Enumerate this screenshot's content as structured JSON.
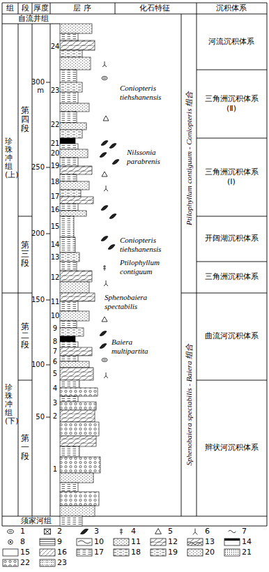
{
  "diagram": {
    "labels": [
      "组",
      "段",
      "厚度",
      "层 序",
      "化石特征",
      "沉积体系",
      "自流井组",
      "珍珠冲组(上)",
      "珍珠冲组(下)",
      "须家河组",
      "第四段",
      "第三段",
      "第二段",
      "第一段",
      "300",
      "m",
      "250",
      "200",
      "150",
      "100",
      "50",
      "24",
      "23",
      "22",
      "21",
      "20",
      "19",
      "18",
      "17",
      "16",
      "15",
      "14",
      "13",
      "12",
      "11",
      "10",
      "9",
      "8",
      "7",
      "6",
      "5",
      "4",
      "3",
      "2",
      "1",
      "Coniopteris tiehshanensis",
      "Nilssonia parabrenis",
      "Coniopteris tiehshanensis",
      "Ptilophyllum contiguum",
      "Sphenobaiera spectabilis",
      "Baiera multipartita",
      "Ptilophyllum contiguum - Coniopteris 组合",
      "Sphenobaiera spectabilis - Baiera 组合",
      "河流沉积体系",
      "三角洲沉积体系 (Ⅱ)",
      "三角洲沉积体系 (Ⅰ)",
      "开阔湖沉积体系",
      "三角洲沉积体系",
      "曲流河沉积体系",
      "辫状河沉积体系"
    ],
    "legend": [
      {
        "text": "1"
      },
      {
        "text": "2"
      },
      {
        "text": "3"
      },
      {
        "text": "4"
      },
      {
        "text": "5"
      },
      {
        "text": "6"
      },
      {
        "text": "7"
      },
      {
        "text": "8"
      },
      {
        "text": "9"
      },
      {
        "text": "10"
      },
      {
        "text": "11"
      },
      {
        "text": "12"
      },
      {
        "text": "13"
      },
      {
        "text": "14"
      },
      {
        "text": "15"
      },
      {
        "text": "16"
      },
      {
        "text": "17"
      },
      {
        "text": "18"
      },
      {
        "text": "19"
      },
      {
        "text": "20"
      },
      {
        "text": "21"
      },
      {
        "text": "22"
      },
      {
        "text": "23"
      }
    ]
  }
}
